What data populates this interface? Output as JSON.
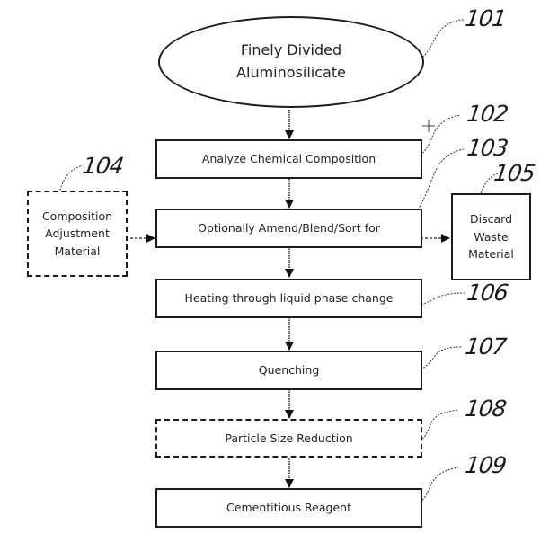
{
  "figure": {
    "type": "patent-flowchart",
    "nodes": [
      {
        "id": "101",
        "shape": "ellipse",
        "border": "solid",
        "lines": [
          "Finely Divided",
          "Aluminosilicate"
        ]
      },
      {
        "id": "102",
        "shape": "rect",
        "border": "solid",
        "lines": [
          "Analyze Chemical Composition"
        ]
      },
      {
        "id": "103",
        "shape": "rect",
        "border": "solid",
        "lines": [
          "Optionally Amend/Blend/Sort for"
        ]
      },
      {
        "id": "104",
        "shape": "rect",
        "border": "dashed",
        "lines": [
          "Composition",
          "Adjustment",
          "Material"
        ]
      },
      {
        "id": "105",
        "shape": "rect",
        "border": "solid",
        "lines": [
          "Discard",
          "Waste",
          "Material"
        ]
      },
      {
        "id": "106",
        "shape": "rect",
        "border": "solid",
        "lines": [
          "Heating through liquid phase change"
        ]
      },
      {
        "id": "107",
        "shape": "rect",
        "border": "solid",
        "lines": [
          "Quenching"
        ]
      },
      {
        "id": "108",
        "shape": "rect",
        "border": "dashed",
        "lines": [
          "Particle Size Reduction"
        ]
      },
      {
        "id": "109",
        "shape": "rect",
        "border": "solid",
        "lines": [
          "Cementitious Reagent"
        ]
      }
    ],
    "edges": [
      {
        "from": "101",
        "to": "102",
        "style": "solid"
      },
      {
        "from": "102",
        "to": "103",
        "style": "solid"
      },
      {
        "from": "104",
        "to": "103",
        "style": "dashed"
      },
      {
        "from": "103",
        "to": "105",
        "style": "dashed"
      },
      {
        "from": "103",
        "to": "106",
        "style": "solid"
      },
      {
        "from": "106",
        "to": "107",
        "style": "solid"
      },
      {
        "from": "107",
        "to": "108",
        "style": "solid"
      },
      {
        "from": "108",
        "to": "109",
        "style": "solid"
      }
    ],
    "reference_labels": [
      "101",
      "102",
      "103",
      "104",
      "105",
      "106",
      "107",
      "108",
      "109"
    ]
  }
}
